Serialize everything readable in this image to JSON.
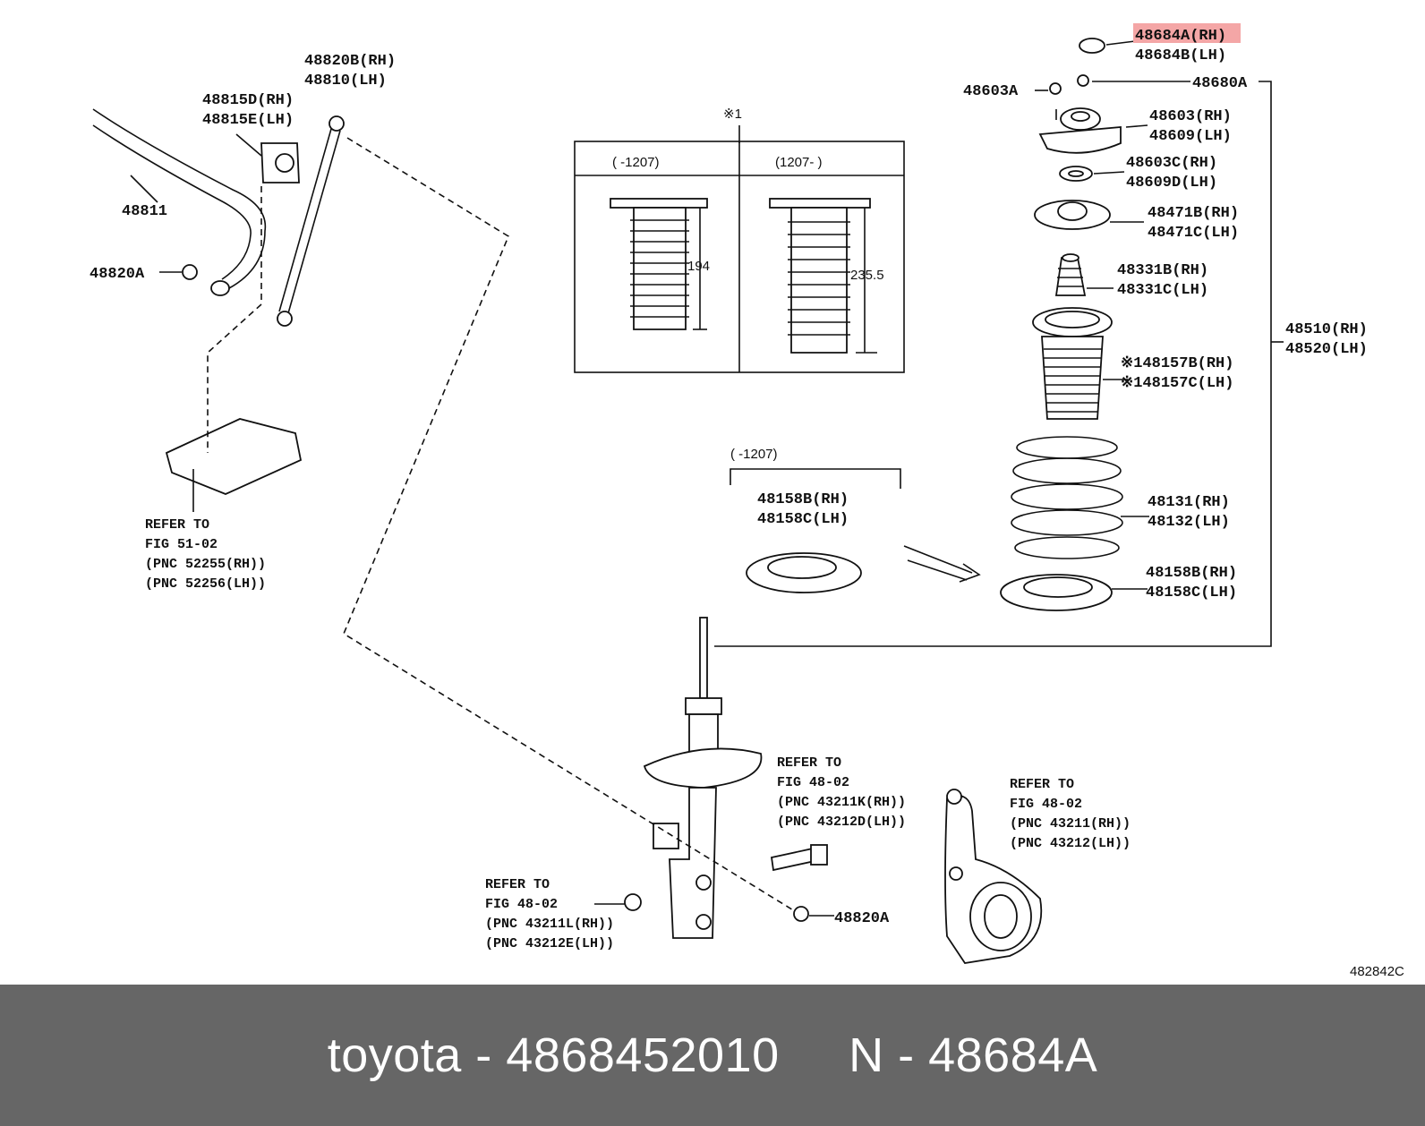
{
  "callouts": [
    {
      "id": "c48684a",
      "text": "48684A(RH)",
      "highlight": true
    },
    {
      "id": "c48684b",
      "text": "48684B(LH)"
    },
    {
      "id": "c48680a",
      "text": "48680A"
    },
    {
      "id": "c48603a",
      "text": "48603A"
    },
    {
      "id": "c48603",
      "text": "48603(RH)"
    },
    {
      "id": "c48609",
      "text": "48609(LH)"
    },
    {
      "id": "c48603c",
      "text": "48603C(RH)"
    },
    {
      "id": "c48609d",
      "text": "48609D(LH)"
    },
    {
      "id": "c48471b",
      "text": "48471B(RH)"
    },
    {
      "id": "c48471c",
      "text": "48471C(LH)"
    },
    {
      "id": "c48331b",
      "text": "48331B(RH)"
    },
    {
      "id": "c48331c",
      "text": "48331C(LH)"
    },
    {
      "id": "c48510",
      "text": "48510(RH)"
    },
    {
      "id": "c48520",
      "text": "48520(LH)"
    },
    {
      "id": "c48157b",
      "text": "※148157B(RH)"
    },
    {
      "id": "c48157c",
      "text": "※148157C(LH)"
    },
    {
      "id": "c48131",
      "text": "48131(RH)"
    },
    {
      "id": "c48132",
      "text": "48132(LH)"
    },
    {
      "id": "c48158b_r",
      "text": "48158B(RH)"
    },
    {
      "id": "c48158c_r",
      "text": "48158C(LH)"
    },
    {
      "id": "c48158b_m",
      "text": "48158B(RH)"
    },
    {
      "id": "c48158c_m",
      "text": "48158C(LH)"
    },
    {
      "id": "c48820b",
      "text": "48820B(RH)"
    },
    {
      "id": "c48810",
      "text": "48810(LH)"
    },
    {
      "id": "c48815d",
      "text": "48815D(RH)"
    },
    {
      "id": "c48815e",
      "text": "48815E(LH)"
    },
    {
      "id": "c48811",
      "text": "48811"
    },
    {
      "id": "c48820a_l",
      "text": "48820A"
    },
    {
      "id": "c48820a_b",
      "text": "48820A"
    }
  ],
  "inset": {
    "note_mark": "※1",
    "col1_header": "(    -1207)",
    "col2_header": "(1207-    )",
    "dim1": "194",
    "dim2": "235.5"
  },
  "seat_note": "(    -1207)",
  "refer_blocks": [
    {
      "id": "r1",
      "lines": [
        "REFER TO",
        "FIG 51-02",
        "(PNC 52255(RH))",
        "(PNC 52256(LH))"
      ]
    },
    {
      "id": "r2",
      "lines": [
        "REFER TO",
        "FIG 48-02",
        "(PNC 43211K(RH))",
        "(PNC 43212D(LH))"
      ]
    },
    {
      "id": "r3",
      "lines": [
        "REFER TO",
        "FIG 48-02",
        "(PNC 43211(RH))",
        "(PNC 43212(LH))"
      ]
    },
    {
      "id": "r4",
      "lines": [
        "REFER TO",
        "FIG 48-02",
        "(PNC 43211L(RH))",
        "(PNC 43212E(LH))"
      ]
    }
  ],
  "figure_code": "482842C",
  "footer": "toyota - 4868452010     N - 48684A",
  "colors": {
    "highlight": "#f4a6a6",
    "footer_bg": "#666666"
  }
}
